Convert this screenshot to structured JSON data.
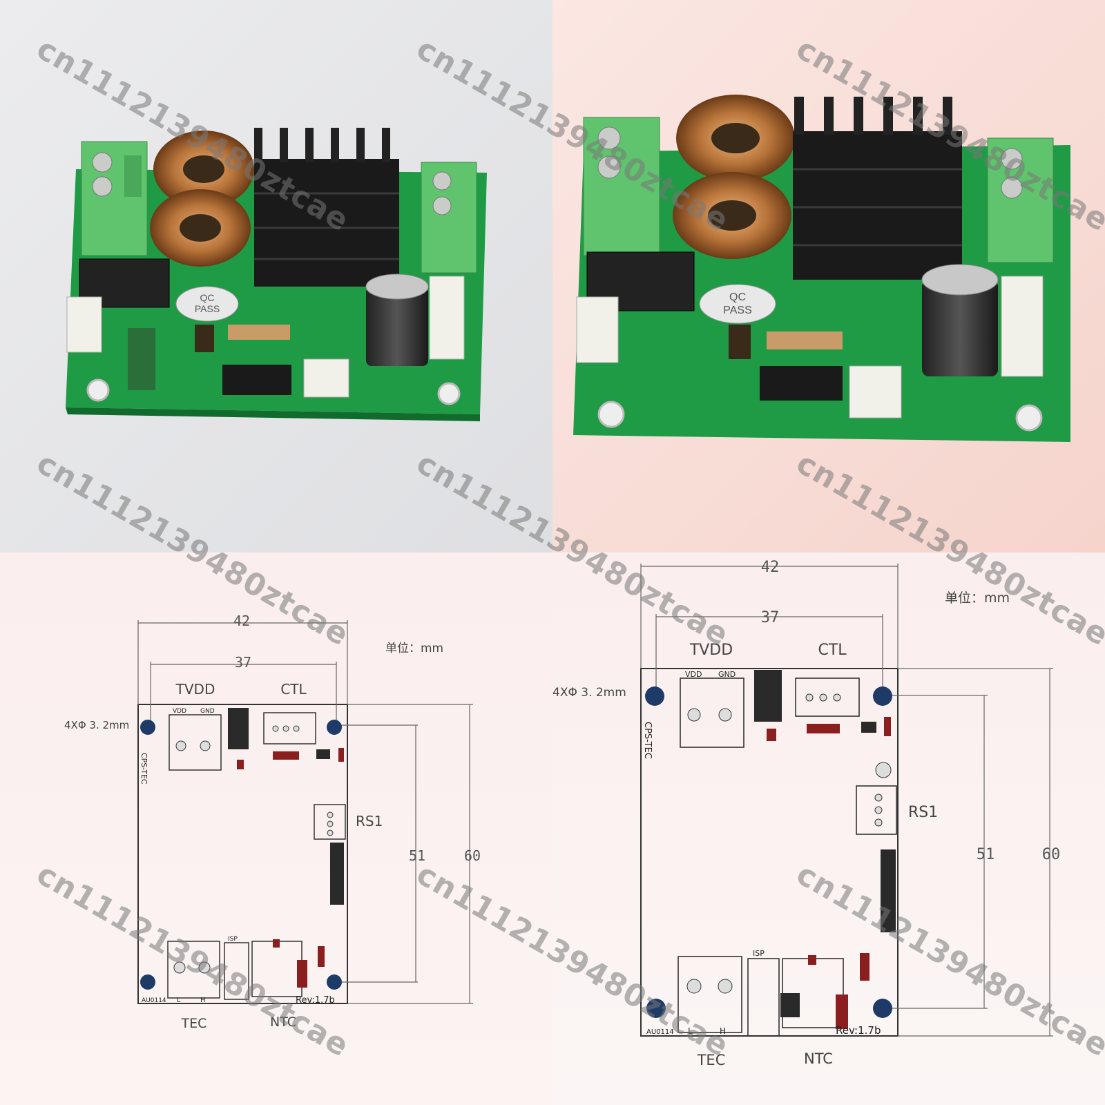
{
  "photos": {
    "qc_label_line1": "QC",
    "qc_label_line2": "PASS"
  },
  "drawing_small": {
    "dim_width_outer": "42",
    "dim_width_inner": "37",
    "dim_height_inner": "51",
    "dim_height_outer": "60",
    "unit_label": "单位：mm",
    "hole_label": "4XΦ 3. 2mm",
    "connector_tvdd": "TVDD",
    "connector_ctl": "CTL",
    "connector_rs1": "RS1",
    "connector_tec": "TEC",
    "connector_ntc": "NTC",
    "silk_board": "CPS-TEC",
    "silk_rev": "Rev:1.7b",
    "silk_isp": "ISP",
    "silk_vdd": "VDD",
    "silk_gnd": "GND",
    "silk_code": "AU0114",
    "silk_l": "L",
    "silk_h": "H"
  },
  "drawing_large": {
    "dim_width_outer": "42",
    "dim_width_inner": "37",
    "dim_height_inner": "51",
    "dim_height_outer": "60",
    "unit_label": "单位：mm",
    "hole_label": "4XΦ 3. 2mm",
    "connector_tvdd": "TVDD",
    "connector_ctl": "CTL",
    "connector_rs1": "RS1",
    "connector_tec": "TEC",
    "connector_ntc": "NTC",
    "silk_board": "CPS-TEC",
    "silk_rev": "Rev:1.7b",
    "silk_isp": "ISP",
    "silk_vdd": "VDD",
    "silk_gnd": "GND",
    "silk_code": "AU0114",
    "silk_l": "L",
    "silk_h": "H"
  },
  "watermark": "cn1112139480ztcae",
  "colors": {
    "pcb_green": "#1f9a45",
    "terminal_green": "#5fc46d",
    "heatsink": "#1a1a1a",
    "copper": "#b8743a",
    "hole_blue": "#1e3a66"
  }
}
